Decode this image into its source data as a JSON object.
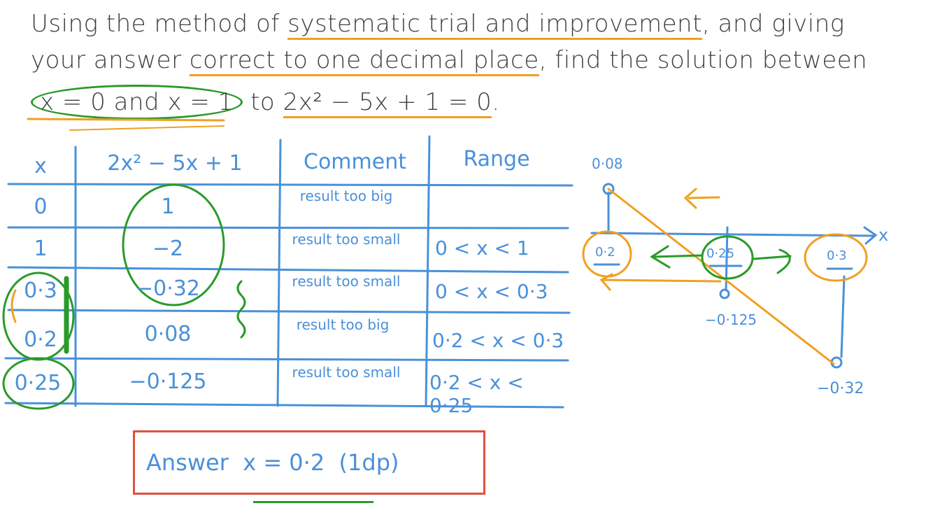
{
  "question": {
    "line1": {
      "pre": "Using the method of ",
      "highlight": "systematic trial and improvement",
      "post": ", and giving"
    },
    "line2": {
      "pre": "your answer ",
      "highlight": "correct to one decimal place",
      "post": ", find the solution between"
    },
    "line3": {
      "bounds": "x = 0 and x = 1",
      "mid": " to ",
      "equation": "2x² − 5x + 1 = 0",
      "end": "."
    }
  },
  "table": {
    "headers": [
      "x",
      "2x² − 5x + 1",
      "Comment",
      "Range"
    ],
    "rows": [
      {
        "x": "0",
        "value": "1",
        "comment": "result too big",
        "range": ""
      },
      {
        "x": "1",
        "value": "−2",
        "comment": "result too small",
        "range": "0 < x < 1"
      },
      {
        "x": "0·3",
        "value": "−0·32",
        "comment": "result too small",
        "range": "0 < x < 0·3"
      },
      {
        "x": "0·2",
        "value": "0·08",
        "comment": "result too big",
        "range": "0·2 < x < 0·3"
      },
      {
        "x": "0·25",
        "value": "−0·125",
        "comment": "result too small",
        "range": "0·2 < x < 0·25"
      }
    ]
  },
  "number_line": {
    "axis_label": "x",
    "points": [
      {
        "x": "0·2",
        "y_label": "0·08"
      },
      {
        "x": "0·25",
        "y_label": "−0·125"
      },
      {
        "x": "0·3",
        "y_label": "−0·32"
      }
    ]
  },
  "answer": {
    "text": "Answer  x = 0·2  (1dp)"
  },
  "colors": {
    "ink": "#3f3f3f",
    "blue": "#4a90d9",
    "orange": "#f0a020",
    "green": "#2a9a2a",
    "red": "#e05040"
  }
}
